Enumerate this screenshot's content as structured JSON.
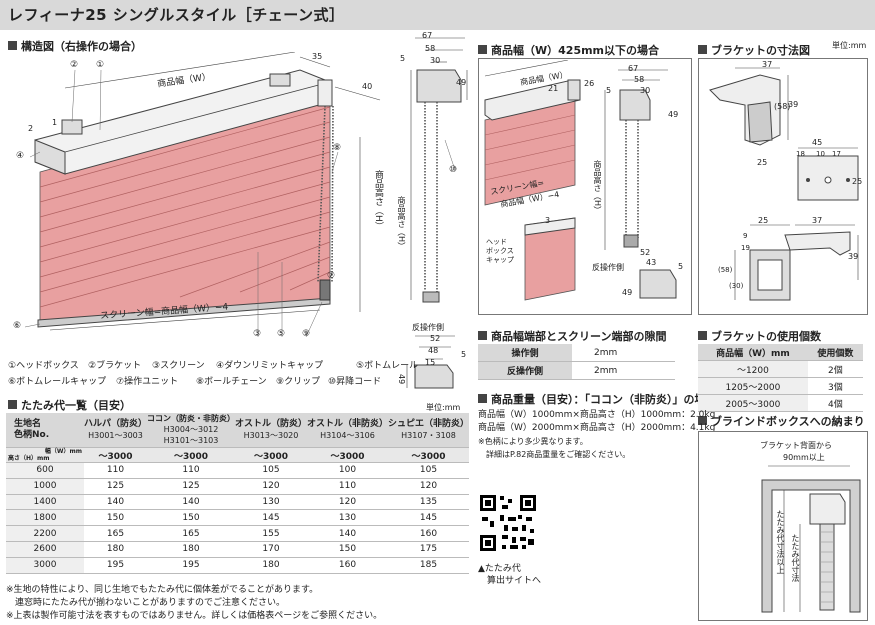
{
  "title": "レフィーナ25 シングルスタイル［チェーン式］",
  "unit_note": "単位:mm",
  "sections": {
    "structure": "構造図（右操作の場合）",
    "small_width": "商品幅（W）425mm以下の場合",
    "bracket_dims": "ブラケットの寸法図",
    "gap": "商品幅端部とスクリーン端部の隙間",
    "bracket_count": "ブラケットの使用個数",
    "folding": "たたみ代一覧（目安）",
    "weight": "商品重量（目安）：「ココン（非防炎）」の場合",
    "blind_box": "ブラインドボックスへの納まり"
  },
  "structure_labels": {
    "width_w": "商品幅（W）",
    "screen_width": "スクリーン幅=商品幅（W）−4",
    "height_h": "商品高さ（H）",
    "op_side": "反操作側",
    "d35": "35",
    "d40": "40",
    "d2": "2",
    "d1": "1",
    "d67": "67",
    "d58": "58",
    "d30": "30",
    "d5": "5",
    "d49": "49",
    "d52": "52",
    "d48": "48",
    "d15": "15",
    "d5b": "5",
    "d49b": "49",
    "n1": "①",
    "n2": "②",
    "n3": "③",
    "n4": "④",
    "n5": "⑤",
    "n6": "⑥",
    "n7": "⑦",
    "n8": "⑧",
    "n9": "⑨",
    "n10": "⑩"
  },
  "legend": [
    "①ヘッドボックス",
    "②ブラケット",
    "③スクリーン",
    "④ダウンリミットキャップ",
    "⑤ボトムレール",
    "⑥ボトムレールキャップ",
    "⑦操作ユニット",
    "⑧ボールチェーン",
    "⑨クリップ",
    "⑩昇降コード"
  ],
  "small_labels": {
    "width_w": "商品幅（W）",
    "d21": "21",
    "d26": "26",
    "d3": "3",
    "screen_width_1": "スクリーン幅=",
    "screen_width_2": "商品幅（W）−4",
    "height_h": "商品高さ（H）",
    "head_cap": "ヘッド\nボックス\nキャップ",
    "op_side": "反操作側",
    "d67": "67",
    "d58": "58",
    "d30": "30",
    "d5": "5",
    "d49": "49",
    "d52": "52",
    "d43": "43",
    "d5b": "5",
    "d49b": "49"
  },
  "bracket_labels": {
    "d37": "37",
    "d39": "39",
    "d58": "(58)",
    "d25": "25",
    "d45": "45",
    "d18": "18",
    "d10": "10",
    "d17": "17",
    "d25b": "25",
    "d25c": "25",
    "d37b": "37",
    "d9": "9",
    "d19": "19",
    "d58b": "(58)",
    "d30": "(30)",
    "d39b": "39"
  },
  "gap_table": [
    {
      "side": "操作側",
      "value": "2mm"
    },
    {
      "side": "反操作側",
      "value": "2mm"
    }
  ],
  "bracket_count": {
    "headers": [
      "商品幅（W）mm",
      "使用個数"
    ],
    "rows": [
      {
        "w": "〜1200",
        "n": "2個"
      },
      {
        "w": "1205〜2000",
        "n": "3個"
      },
      {
        "w": "2005〜3000",
        "n": "4個"
      }
    ]
  },
  "folding": {
    "corner_top": "生地名",
    "corner_bottom": "色柄No.",
    "width_label": "幅（W）mm",
    "height_label": "高さ（H）mm",
    "columns": [
      {
        "name": "ハルパ（防炎）",
        "code": "H3001〜3003"
      },
      {
        "name": "ココン（防炎・非防炎）",
        "code": "H3004〜3012\nH3101〜3103"
      },
      {
        "name": "オストル（防炎）",
        "code": "H3013〜3020"
      },
      {
        "name": "オストル（非防炎）",
        "code": "H3104〜3106"
      },
      {
        "name": "シュピエ（非防炎）",
        "code": "H3107・3108"
      }
    ],
    "width_range": "〜3000",
    "rows": [
      {
        "h": "600",
        "v": [
          "110",
          "110",
          "105",
          "100",
          "105"
        ]
      },
      {
        "h": "1000",
        "v": [
          "125",
          "125",
          "120",
          "110",
          "120"
        ]
      },
      {
        "h": "1400",
        "v": [
          "140",
          "140",
          "130",
          "120",
          "135"
        ]
      },
      {
        "h": "1800",
        "v": [
          "150",
          "150",
          "145",
          "130",
          "145"
        ]
      },
      {
        "h": "2200",
        "v": [
          "165",
          "165",
          "155",
          "140",
          "160"
        ]
      },
      {
        "h": "2600",
        "v": [
          "180",
          "180",
          "170",
          "150",
          "175"
        ]
      },
      {
        "h": "3000",
        "v": [
          "195",
          "195",
          "180",
          "160",
          "185"
        ]
      }
    ]
  },
  "weight_lines": [
    "商品幅（W）1000mm×商品高さ（H）1000mm：2.0kg",
    "商品幅（W）2000mm×商品高さ（H）2000mm：4.1kg",
    "※色柄により多少異なります。",
    "詳細はP.82商品重量をご確認ください。"
  ],
  "qr_caption_1": "▲たたみ代",
  "qr_caption_2": "算出サイトへ",
  "blind_box": {
    "top_1": "ブラケット背面から",
    "top_2": "90mm以上",
    "v1": "たたみ代寸法以上",
    "v2": "たたみ代寸法"
  },
  "footnotes": [
    "※生地の特性により、同じ生地でもたたみ代に個体差がでることがあります。",
    "　連窓時にたたみ代が揃わないことがありますのでご注意ください。",
    "※上表は製作可能寸法を表すものではありません。詳しくは価格表ページをご参照ください。"
  ],
  "colors": {
    "screen": "#e8a0a0",
    "header_bar": "#d9d9d9",
    "table_header": "#d8d8d8"
  }
}
